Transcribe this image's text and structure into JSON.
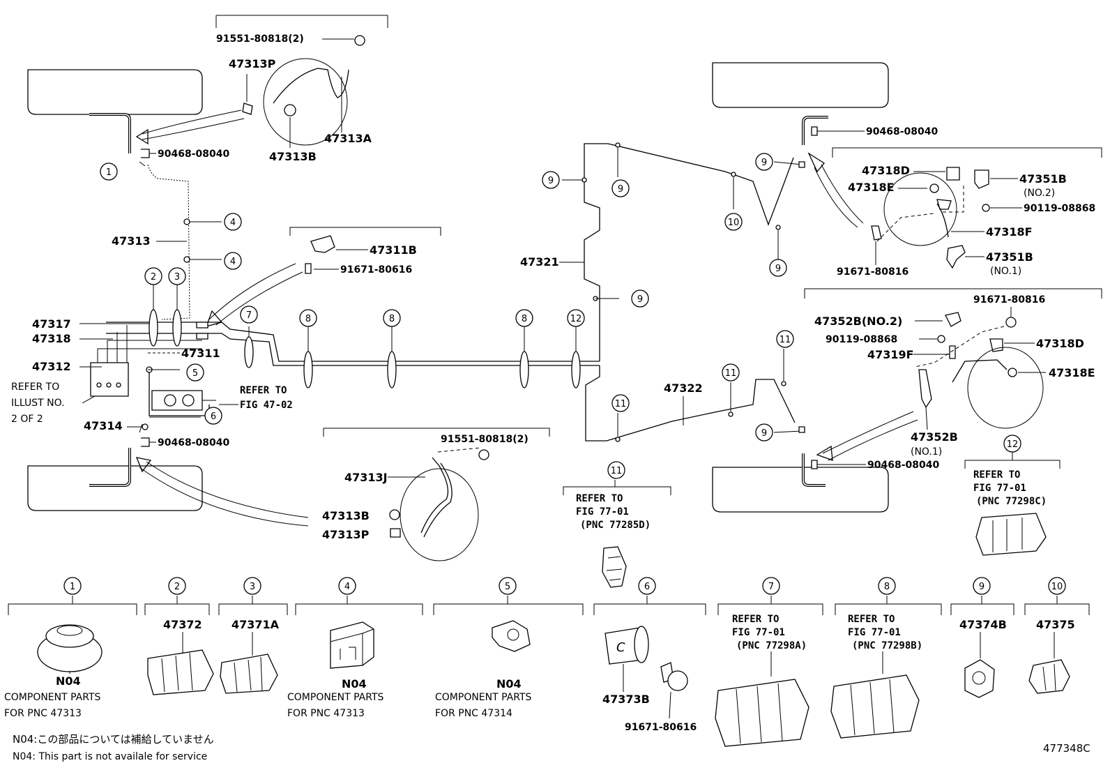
{
  "callouts": {
    "c1_pn": "91551-80818(2)",
    "c1_a": "47313P",
    "c1_b": "47313B",
    "c1_c": "47313A",
    "c1_d": "90468-08040",
    "c2_pn": "91551-80818(2)",
    "c2_a": "47313J",
    "c2_b": "47313B",
    "c2_c": "47313P",
    "c2_d": "90468-08040",
    "c3_a": "47311B",
    "c3_b": "91671-80616",
    "c4_a": "90468-08040",
    "c4_b": "47318D",
    "c4_c": "47318E",
    "c4_d": "47351B",
    "c4_e": "(NO.2)",
    "c4_f": "90119-08868",
    "c4_g": "47318F",
    "c4_h": "91671-80816",
    "c4_i": "47351B",
    "c4_j": "(NO.1)",
    "c5_a": "91671-80816",
    "c5_b": "47352B(NO.2)",
    "c5_c": "90119-08868",
    "c5_d": "47319F",
    "c5_e": "47318D",
    "c5_f": "47318E",
    "c5_g": "47352B",
    "c5_h": "(NO.1)",
    "c5_i": "90468-08040"
  },
  "main": {
    "p47313": "47313",
    "p47317": "47317",
    "p47318": "47318",
    "p47311": "47311",
    "p47312": "47312",
    "p47314": "47314",
    "p47321": "47321",
    "p47322": "47322",
    "refer_illust_1": "REFER TO",
    "refer_illust_2": "ILLUST NO.",
    "refer_illust_3": "2 OF 2",
    "refer_fig_1": "REFER TO",
    "refer_fig_2": "FIG 47-02"
  },
  "clip11": {
    "l1": "REFER TO",
    "l2": "FIG 77-01",
    "l3": "(PNC 77285D)"
  },
  "clip12": {
    "l1": "REFER TO",
    "l2": "FIG 77-01",
    "l3": "(PNC 77298C)"
  },
  "legend": {
    "i1_pn": "N04",
    "i1_l1": "COMPONENT PARTS",
    "i1_l2": "FOR PNC 47313",
    "i2_pn": "47372",
    "i3_pn": "47371A",
    "i4_pn": "N04",
    "i4_l1": "COMPONENT PARTS",
    "i4_l2": "FOR PNC 47313",
    "i5_pn": "N04",
    "i5_l1": "COMPONENT PARTS",
    "i5_l2": "FOR PNC 47314",
    "i6_a": "47373B",
    "i6_b": "91671-80616",
    "i7_l1": "REFER TO",
    "i7_l2": "FIG 77-01",
    "i7_l3": "(PNC 77298A)",
    "i8_l1": "REFER TO",
    "i8_l2": "FIG 77-01",
    "i8_l3": "(PNC 77298B)",
    "i9_pn": "47374B",
    "i10_pn": "47375"
  },
  "footer": {
    "note_jp": "N04:この部品については補給していません",
    "note_en": "N04: This part is not availale for service",
    "code": "477348C"
  },
  "circle_numbers": [
    "1",
    "2",
    "3",
    "4",
    "5",
    "6",
    "7",
    "8",
    "9",
    "10",
    "11",
    "12"
  ]
}
